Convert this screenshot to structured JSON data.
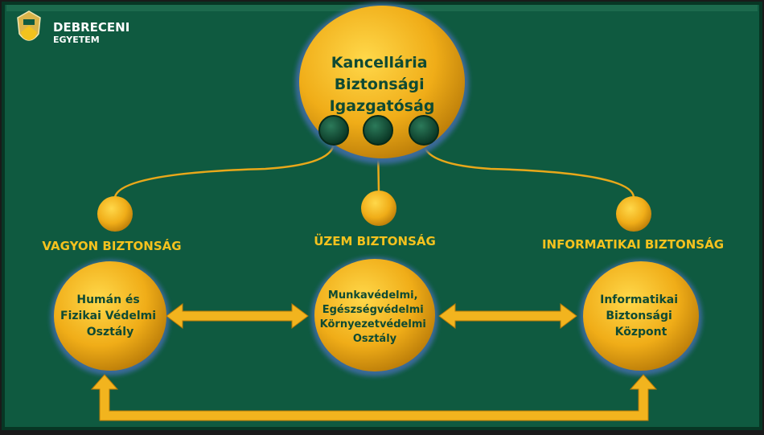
{
  "logo": {
    "line1": "DEBRECENI",
    "line2": "EGYETEM"
  },
  "top": {
    "lines": [
      "Kancellária",
      "Biztonsági",
      "Igazgatóság"
    ]
  },
  "branches": [
    {
      "heading": "VAGYON BIZTONSÁG",
      "unit": [
        "Humán és",
        "Fizikai Védelmi",
        "Osztály"
      ]
    },
    {
      "heading": "ÜZEM BIZTONSÁG",
      "unit": [
        "Munkavédelmi,",
        "Egészségvédelmi",
        "Környezetvédelmi",
        "Osztály"
      ]
    },
    {
      "heading": "INFORMATIKAI BIZTONSÁG",
      "unit": [
        "Informatikai",
        "Biztonsági",
        "Központ"
      ]
    }
  ],
  "colors": {
    "background": "#0f5a40",
    "gold": "#f2b41e",
    "text_dark": "#0f4a33",
    "heading": "#f5c21e"
  }
}
